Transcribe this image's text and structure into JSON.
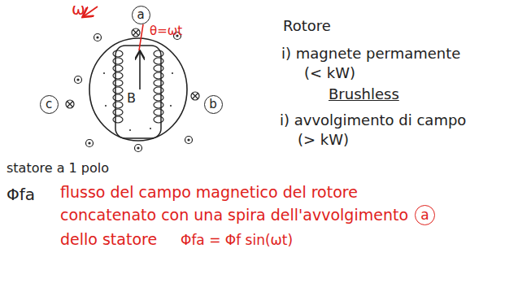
{
  "diagram": {
    "nodes": [
      {
        "text": [
          "a"
        ]
      },
      {
        "text": [
          "c"
        ]
      },
      {
        "text": [
          "b"
        ]
      },
      {
        "text": [
          "a"
        ]
      }
    ],
    "labels": [
      "ω",
      "θ=ωt",
      "B",
      "statore a 1 polo",
      "Rotore",
      "i) magnete permamente",
      "(< kW)",
      "Brushless",
      "i) avvolgimento di campo",
      "(> kW)",
      "Φfa",
      "flusso del campo magnetico del rotore",
      "concatenato con una spira dell'avvolgimento",
      "dello statore",
      "Φfa = Φf sin(ωt)"
    ]
  }
}
